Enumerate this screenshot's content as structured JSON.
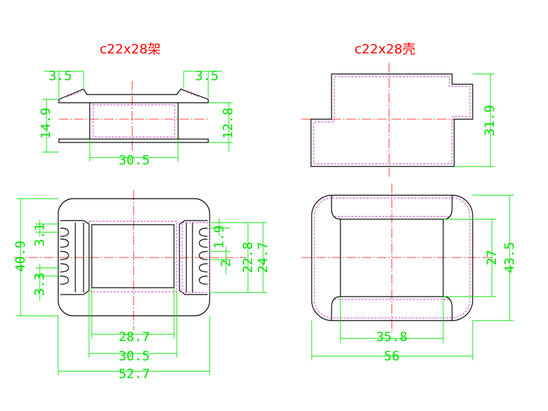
{
  "titles": {
    "bobbin": "c22x28架",
    "shell": "c22x28壳"
  },
  "dims": {
    "top_left_flange": "3.5",
    "top_right_flange": "3.5",
    "bobbin_height": "14.9",
    "bobbin_inner_height": "12.8",
    "bobbin_width": "30.5",
    "shell_height": "31.9",
    "front_height": "40.9",
    "pin_pitch_top": "3.1",
    "pin_pitch_bottom": "3.3",
    "pin_offset": "1.9",
    "pin_gap": "2",
    "window_height": "22.8",
    "window_outer_height": "24.7",
    "window_width": "28.7",
    "core_width": "30.5",
    "overall_width": "52.7",
    "shell_inner_height": "27",
    "shell_outer_height": "43.5",
    "shell_inner_width": "35.8",
    "shell_outer_width": "56"
  },
  "colors": {
    "title": "#ff0000",
    "dimension": "#00e000",
    "outline": "#000000",
    "hidden": "#cc33cc",
    "centerline": "#ff0000"
  }
}
